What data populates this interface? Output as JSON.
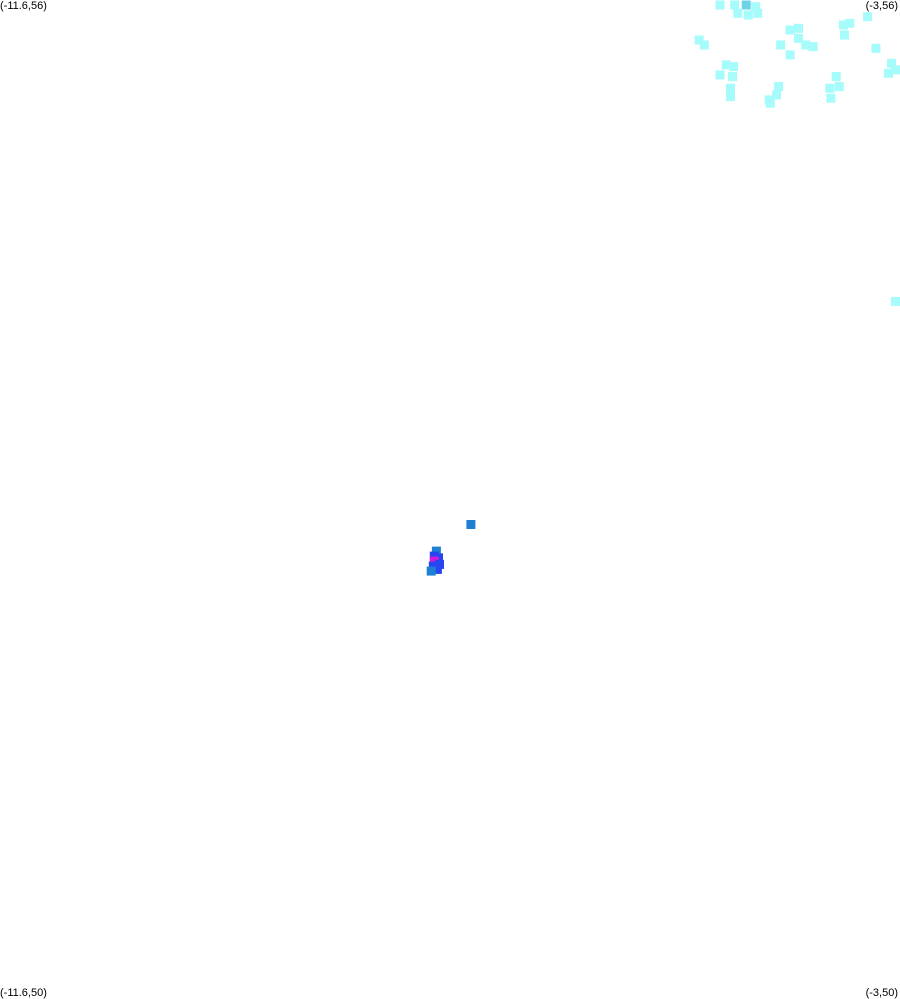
{
  "corners": {
    "top_left": "(-11.6,56)",
    "top_right": "(-3,56)",
    "bottom_left": "(-11.6,50)",
    "bottom_right": "(-3,50)"
  },
  "bounds": {
    "lon_min": -11.6,
    "lon_max": -3,
    "lat_min": 50,
    "lat_max": 56
  },
  "colors": {
    "background": "#ffffff",
    "light_cyan": "#a6fbfb",
    "cyan_medium": "#6fd3e6",
    "steel_blue": "#1e80d0",
    "blue": "#2746f2",
    "magenta": "#d21ad6"
  },
  "cells": [
    {
      "lon": -4.72,
      "lat": 55.97,
      "color": "light_cyan"
    },
    {
      "lon": -4.58,
      "lat": 55.97,
      "color": "light_cyan"
    },
    {
      "lon": -4.47,
      "lat": 55.97,
      "color": "cyan_medium"
    },
    {
      "lon": -4.38,
      "lat": 55.96,
      "color": "light_cyan"
    },
    {
      "lon": -4.55,
      "lat": 55.92,
      "color": "light_cyan"
    },
    {
      "lon": -4.45,
      "lat": 55.91,
      "color": "light_cyan"
    },
    {
      "lon": -4.36,
      "lat": 55.92,
      "color": "light_cyan"
    },
    {
      "lon": -3.31,
      "lat": 55.9,
      "color": "light_cyan"
    },
    {
      "lon": -3.54,
      "lat": 55.85,
      "color": "light_cyan"
    },
    {
      "lon": -3.48,
      "lat": 55.86,
      "color": "light_cyan"
    },
    {
      "lon": -3.97,
      "lat": 55.83,
      "color": "light_cyan"
    },
    {
      "lon": -4.05,
      "lat": 55.82,
      "color": "light_cyan"
    },
    {
      "lon": -3.53,
      "lat": 55.79,
      "color": "light_cyan"
    },
    {
      "lon": -3.97,
      "lat": 55.77,
      "color": "light_cyan"
    },
    {
      "lon": -4.92,
      "lat": 55.76,
      "color": "light_cyan"
    },
    {
      "lon": -4.87,
      "lat": 55.73,
      "color": "light_cyan"
    },
    {
      "lon": -4.14,
      "lat": 55.73,
      "color": "light_cyan"
    },
    {
      "lon": -3.9,
      "lat": 55.73,
      "color": "light_cyan"
    },
    {
      "lon": -3.83,
      "lat": 55.72,
      "color": "light_cyan"
    },
    {
      "lon": -3.23,
      "lat": 55.71,
      "color": "light_cyan"
    },
    {
      "lon": -4.05,
      "lat": 55.67,
      "color": "light_cyan"
    },
    {
      "lon": -3.08,
      "lat": 55.62,
      "color": "light_cyan"
    },
    {
      "lon": -4.66,
      "lat": 55.61,
      "color": "light_cyan"
    },
    {
      "lon": -4.59,
      "lat": 55.6,
      "color": "light_cyan"
    },
    {
      "lon": -3.11,
      "lat": 55.56,
      "color": "light_cyan"
    },
    {
      "lon": -3.01,
      "lat": 55.58,
      "color": "light_cyan"
    },
    {
      "lon": -4.72,
      "lat": 55.55,
      "color": "light_cyan"
    },
    {
      "lon": -4.6,
      "lat": 55.54,
      "color": "light_cyan"
    },
    {
      "lon": -3.61,
      "lat": 55.54,
      "color": "light_cyan"
    },
    {
      "lon": -3.58,
      "lat": 55.48,
      "color": "light_cyan"
    },
    {
      "lon": -4.16,
      "lat": 55.48,
      "color": "light_cyan"
    },
    {
      "lon": -3.67,
      "lat": 55.47,
      "color": "light_cyan"
    },
    {
      "lon": -4.62,
      "lat": 55.47,
      "color": "light_cyan"
    },
    {
      "lon": -4.18,
      "lat": 55.43,
      "color": "light_cyan"
    },
    {
      "lon": -4.25,
      "lat": 55.4,
      "color": "light_cyan"
    },
    {
      "lon": -3.66,
      "lat": 55.41,
      "color": "light_cyan"
    },
    {
      "lon": -4.62,
      "lat": 55.42,
      "color": "light_cyan"
    },
    {
      "lon": -4.24,
      "lat": 55.38,
      "color": "light_cyan"
    },
    {
      "lon": -3.02,
      "lat": 54.19,
      "color": "light_cyan"
    },
    {
      "lon": -7.1,
      "lat": 52.85,
      "color": "steel_blue"
    },
    {
      "lon": -7.43,
      "lat": 52.69,
      "color": "steel_blue"
    },
    {
      "lon": -7.45,
      "lat": 52.66,
      "color": "blue"
    },
    {
      "lon": -7.41,
      "lat": 52.65,
      "color": "blue"
    },
    {
      "lon": -7.45,
      "lat": 52.63,
      "color": "magenta"
    },
    {
      "lon": -7.4,
      "lat": 52.61,
      "color": "blue"
    },
    {
      "lon": -7.46,
      "lat": 52.6,
      "color": "blue"
    },
    {
      "lon": -7.42,
      "lat": 52.58,
      "color": "blue"
    },
    {
      "lon": -7.48,
      "lat": 52.57,
      "color": "steel_blue"
    }
  ]
}
